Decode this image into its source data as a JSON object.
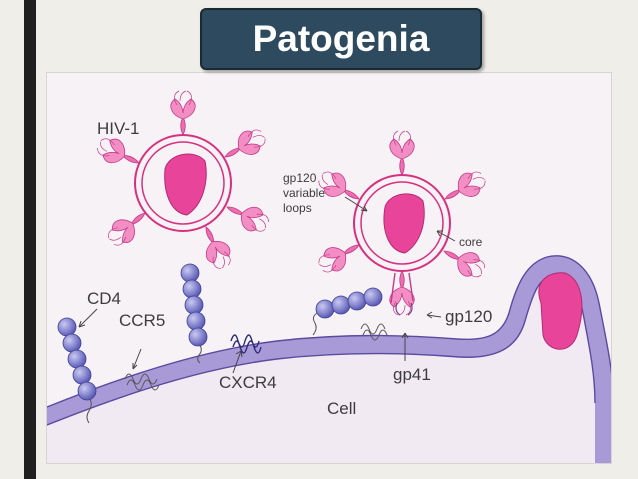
{
  "slide": {
    "title": "Patogenia"
  },
  "figure": {
    "labels": {
      "hiv": "HIV-1",
      "cd4": "CD4",
      "ccr5": "CCR5",
      "cxcr4": "CXCR4",
      "cell": "Cell",
      "gp120_variable_loops": "gp120 variable loops",
      "gp120_line1": "gp120",
      "gp120_line2": "variable",
      "gp120_line3": "loops",
      "core": "core",
      "gp120": "gp120",
      "gp41": "gp41"
    },
    "colors": {
      "membrane": "#9b8fd0",
      "membrane_edge": "#5a4aa0",
      "virion": "#e8449a",
      "receptor": "#7f7fd0",
      "title_box": "#2e4a5e"
    }
  }
}
